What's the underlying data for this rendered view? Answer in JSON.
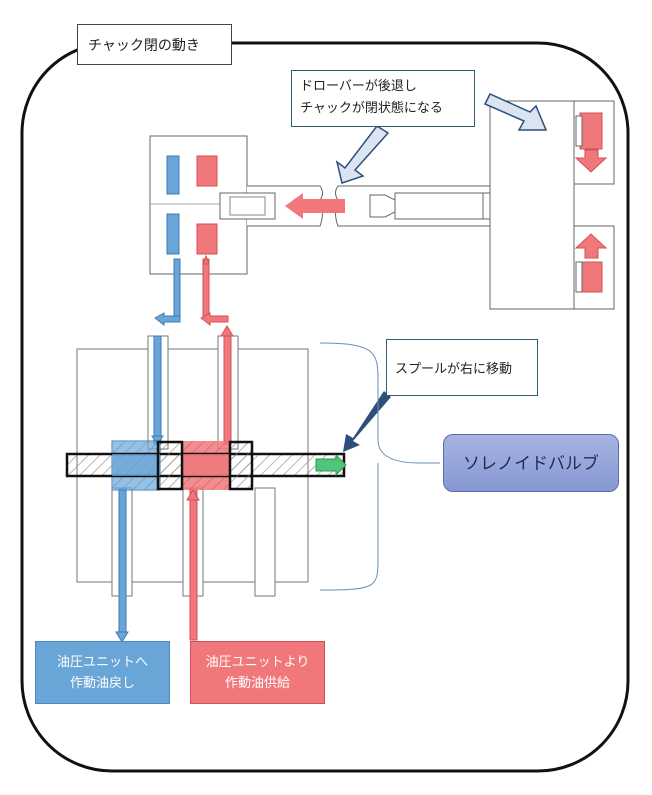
{
  "title": "チャック閉の動き",
  "notes": {
    "drawbar_line1": "ドローバーが後退し",
    "drawbar_line2": "チャックが閉状態になる",
    "spool": "スプールが右に移動"
  },
  "solenoid_label": "ソレノイドバルブ",
  "return_line1": "油圧ユニットへ",
  "return_line2": "作動油戻し",
  "supply_line1": "油圧ユニットより",
  "supply_line2": "作動油供給",
  "colors": {
    "blue": "#5ea1d6",
    "red": "#f06a6e",
    "navy_arrow": "#2c4f7c",
    "light_arrow": "#dbe5f1",
    "green": "#4fc47a"
  }
}
